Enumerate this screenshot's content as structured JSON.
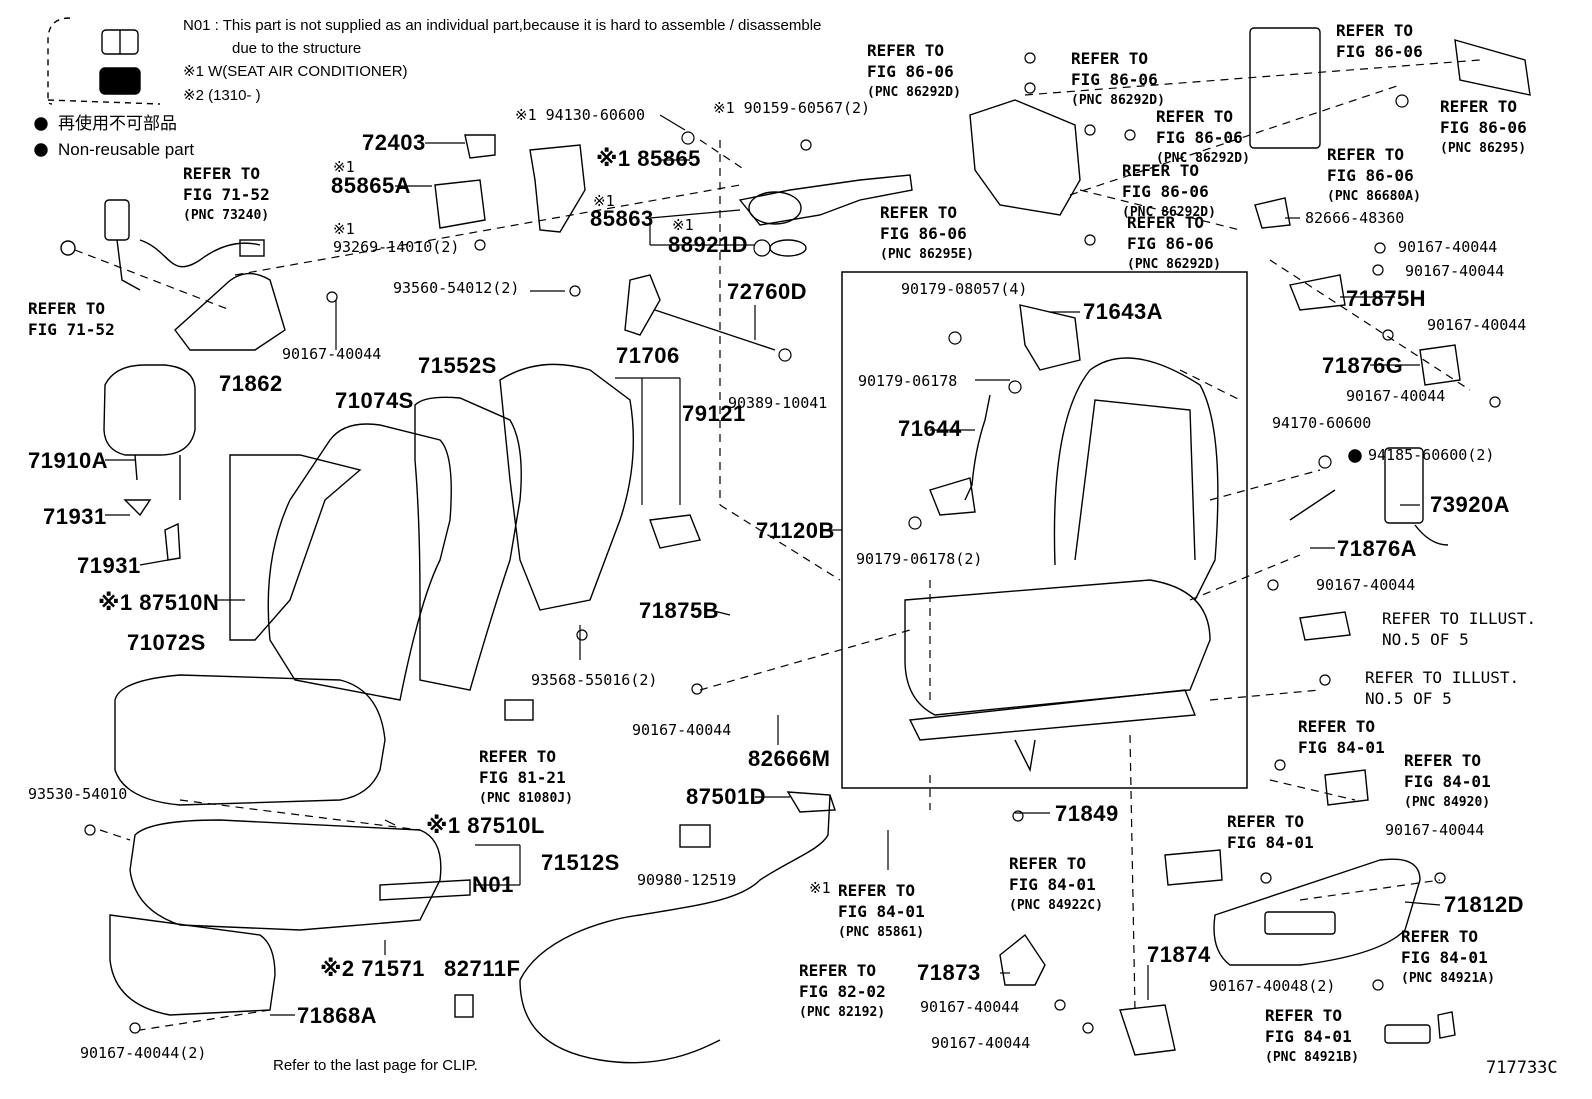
{
  "header": {
    "n01_note_line1": "N01 : This part is not supplied as an individual part,because it is hard to assemble / disassemble",
    "n01_note_line2": "due to the structure",
    "note_mark1": "※1 W(SEAT AIR CONDITIONER)",
    "note_mark2": "※2 (1310-      )",
    "legend_nonreusable_jp": "再使用不可部品",
    "legend_nonreusable_en": "Non-reusable part"
  },
  "footer": {
    "clip_note": "Refer to the last page for CLIP.",
    "diagram_code": "717733C"
  },
  "callouts": {
    "c72403": "72403",
    "c85865A_mark": "※1",
    "c85865A": "85865A",
    "c93269_mark": "※1",
    "c93269": "93269-14010(2)",
    "c94130": "※1 94130-60600",
    "c85865": "※1 85865",
    "c90159": "※1 90159-60567(2)",
    "c85863_mark": "※1",
    "c85863": "85863",
    "c88921D": "※1 88921D",
    "c88921D_mark": "※1",
    "c88921D_num": "88921D",
    "c93560": "93560-54012(2)",
    "c72760D": "72760D",
    "c71706": "71706",
    "c79121": "79121",
    "c90389": "90389-10041",
    "c90167_a": "90167-40044",
    "c71862": "71862",
    "c71910A": "71910A",
    "c71074S": "71074S",
    "c71552S": "71552S",
    "c71931a": "71931",
    "c71931b": "71931",
    "c87510N": "※1  87510N",
    "c71072S": "71072S",
    "c93568": "93568-55016(2)",
    "c71875B": "71875B",
    "c90167_b": "90167-40044",
    "c82666M": "82666M",
    "c71120B": "71120B",
    "c93530": "93530-54010",
    "c87510L": "※1 87510L",
    "c71512S": "71512S",
    "cN01": "N01",
    "c71571": "※2  71571",
    "c82711F": "82711F",
    "c71868A": "71868A",
    "c90167_c": "90167-40044(2)",
    "c87501D": "87501D",
    "c90980": "90980-12519",
    "c90179_08057": "90179-08057(4)",
    "c71643A": "71643A",
    "c90179_06178": "90179-06178",
    "c71644": "71644",
    "c90179_06178_2": "90179-06178(2)",
    "c71849": "71849",
    "c82666_48360": "82666-48360",
    "c90167_d": "90167-40044",
    "c90167_e": "90167-40044",
    "c71875H": "71875H",
    "c90167_f": "90167-40044",
    "c71876G": "71876G",
    "c90167_g": "90167-40044",
    "c94170": "94170-60600",
    "c94185": "94185-60600(2)",
    "c73920A": "73920A",
    "c71876A": "71876A",
    "c90167_h": "90167-40044",
    "c90167_i": "90167-40044",
    "c71812D": "71812D",
    "c90167_40048": "90167-40048(2)",
    "c71873": "71873",
    "c90167_j": "90167-40044",
    "c90167_k": "90167-40044",
    "c71874": "71874"
  },
  "refs": {
    "r_fig7152_top": [
      "REFER TO",
      "FIG 71-52",
      "(PNC 73240)"
    ],
    "r_fig7152_left": [
      "REFER TO",
      "FIG 71-52"
    ],
    "r_8606_a": [
      "REFER TO",
      "FIG 86-06",
      "(PNC 86292D)"
    ],
    "r_8606_b": [
      "REFER TO",
      "FIG 86-06",
      "(PNC 86292D)"
    ],
    "r_8606_c": [
      "REFER TO",
      "FIG 86-06",
      "(PNC 86292D)"
    ],
    "r_8606_d": [
      "REFER TO",
      "FIG 86-06",
      "(PNC 86292D)"
    ],
    "r_8606_e": [
      "REFER TO",
      "FIG 86-06",
      "(PNC 86295E)"
    ],
    "r_8606_f": [
      "REFER TO",
      "FIG 86-06",
      "(PNC 86292D)"
    ],
    "r_8606_top_right": [
      "REFER TO",
      "FIG 86-06"
    ],
    "r_8606_86295": [
      "REFER TO",
      "FIG 86-06",
      "(PNC 86295)"
    ],
    "r_8606_86680A": [
      "REFER TO",
      "FIG 86-06",
      "(PNC 86680A)"
    ],
    "r_8121": [
      "REFER TO",
      "FIG 81-21",
      "(PNC 81080J)"
    ],
    "r_8401_85861_mark": "※1",
    "r_8401_85861": [
      "REFER TO",
      "FIG 84-01",
      "(PNC 85861)"
    ],
    "r_8202": [
      "REFER TO",
      "FIG 82-02",
      "(PNC 82192)"
    ],
    "r_8401_84922C": [
      "REFER TO",
      "FIG 84-01",
      "(PNC 84922C)"
    ],
    "r_8401_plain": [
      "REFER TO",
      "FIG 84-01"
    ],
    "r_8401_top": [
      "REFER TO",
      "FIG 84-01"
    ],
    "r_8401_84920": [
      "REFER TO",
      "FIG 84-01",
      "(PNC 84920)"
    ],
    "r_8401_84921A": [
      "REFER TO",
      "FIG 84-01",
      "(PNC 84921A)"
    ],
    "r_8401_84921B": [
      "REFER TO",
      "FIG 84-01",
      "(PNC 84921B)"
    ],
    "r_illust_a": [
      "REFER TO ILLUST.",
      "NO.5 OF 5"
    ],
    "r_illust_b": [
      "REFER TO ILLUST.",
      "NO.5 OF 5"
    ]
  },
  "icons": {
    "legend_box_outline": "n01-outline-box-icon",
    "legend_box_filled": "n01-filled-box-icon",
    "bullet": "black-dot-icon"
  }
}
